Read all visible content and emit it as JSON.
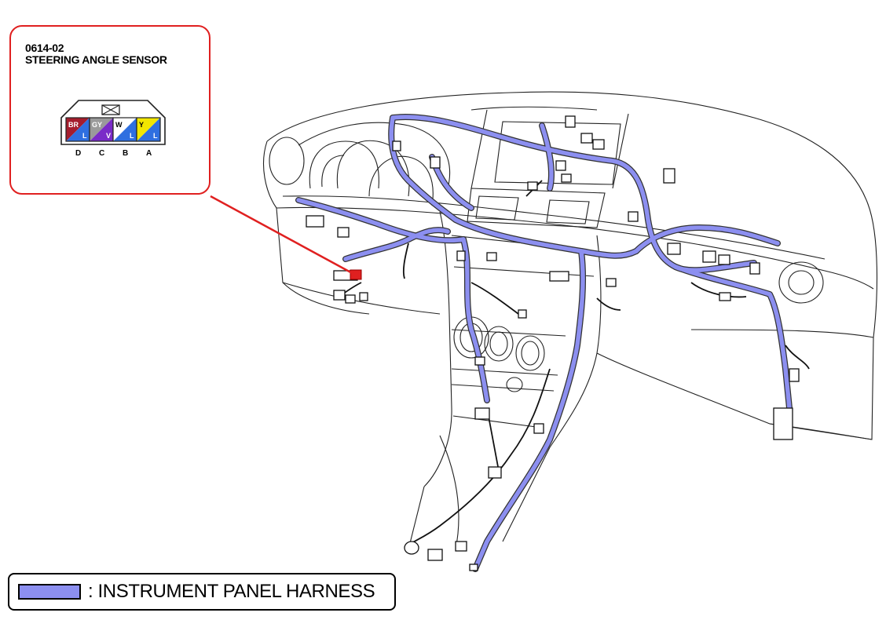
{
  "callout": {
    "code": "0614-02",
    "name": "STEERING ANGLE SENSOR",
    "pins": [
      {
        "pin": "D",
        "top": "BR",
        "bottom": "L",
        "top_color": "#a51d2d",
        "bottom_color": "#2f6fe0"
      },
      {
        "pin": "C",
        "top": "GY",
        "bottom": "V",
        "top_color": "#9a9a9a",
        "bottom_color": "#7a2bc8"
      },
      {
        "pin": "B",
        "top": "W",
        "bottom": "L",
        "top_color": "#ffffff",
        "bottom_color": "#2f6fe0"
      },
      {
        "pin": "A",
        "top": "Y",
        "bottom": "L",
        "top_color": "#f2e600",
        "bottom_color": "#2f6fe0"
      }
    ]
  },
  "legend": {
    "label": ": INSTRUMENT PANEL HARNESS",
    "swatch_color": "#8c8ff0"
  },
  "colors": {
    "harness": "#8c8ff0",
    "leader_line": "#e02020",
    "outline": "#333333"
  }
}
